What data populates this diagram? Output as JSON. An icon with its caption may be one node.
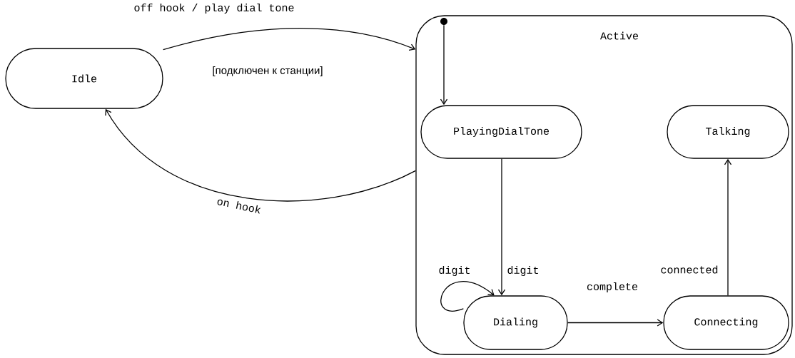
{
  "diagram": {
    "nodes": [
      {
        "text": [
          "Idle"
        ]
      },
      {
        "text": [
          "Active"
        ]
      },
      {
        "text": [],
        "shape": "circle",
        "in": 1
      },
      {
        "text": [
          "PlayingDialTone"
        ],
        "in": 1
      },
      {
        "text": [
          "Talking"
        ],
        "in": 1
      },
      {
        "text": [
          "Dialing"
        ],
        "in": 1
      },
      {
        "text": [
          "Connecting"
        ],
        "in": 1
      }
    ],
    "edges": [
      {
        "from": 0,
        "to": 1,
        "arrow": "to",
        "label": "off hook / play dial tone"
      },
      {
        "from": 1,
        "to": 0,
        "arrow": "to",
        "label": "on hook"
      },
      {
        "from": 2,
        "to": 3,
        "arrow": "to"
      },
      {
        "from": 3,
        "to": 5,
        "arrow": "to",
        "label": "digit"
      },
      {
        "from": 5,
        "to": 5,
        "arrow": "to",
        "label": "digit"
      },
      {
        "from": 5,
        "to": 6,
        "arrow": "to",
        "label": "complete"
      },
      {
        "from": 6,
        "to": 4,
        "arrow": "to",
        "label": "connected"
      }
    ],
    "labels": [
      "[подключен к станции]"
    ]
  }
}
